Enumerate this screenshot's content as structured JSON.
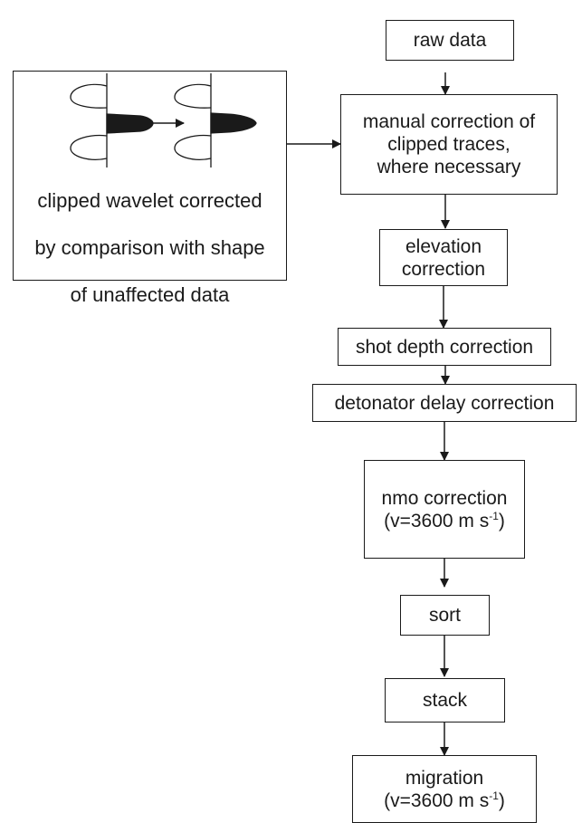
{
  "inset": {
    "caption_lines": [
      "clipped wavelet corrected",
      "by comparison with shape",
      "of unaffected data"
    ],
    "illustration": "clipped and corrected wavelet icons"
  },
  "steps": {
    "raw_data": "raw data",
    "manual_correction": [
      "manual correction of",
      "clipped traces,",
      "where necessary"
    ],
    "elevation": [
      "elevation",
      "correction"
    ],
    "shot_depth": "shot depth correction",
    "detonator": "detonator delay correction",
    "nmo": {
      "line1": "nmo correction",
      "line2_pre": "(v=3600 m s",
      "sup": "-1",
      "line2_post": ")"
    },
    "sort": "sort",
    "stack": "stack",
    "migration": {
      "line1": "migration",
      "line2_pre": "(v=3600 m s",
      "sup": "-1",
      "line2_post": ")"
    }
  },
  "colors": {
    "stroke": "#1a1a1a",
    "fill": "#1a1a1a",
    "background": "#ffffff"
  }
}
